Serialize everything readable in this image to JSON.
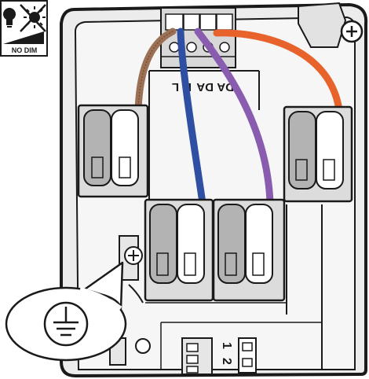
{
  "badge": {
    "label": "NO DIM"
  },
  "terminal_block": {
    "labels": [
      "DA",
      "DA",
      "L",
      "L"
    ]
  },
  "connector_numbers": [
    "1",
    "2"
  ],
  "colors": {
    "outline": "#1a1a1a",
    "housing": "#e6e6e6",
    "panel": "#f2f2f2",
    "connector_body": "#dcdcdc",
    "connector_grey": "#b3b3b3",
    "wire_brown": "#9b7055",
    "wire_blue": "#2f4fa3",
    "wire_purple": "#8a5cb0",
    "wire_orange": "#e8632c"
  },
  "icons": {
    "lamp": "bulb-icon",
    "no_dim": "no-dimmer-icon",
    "ground": "ground-symbol-icon",
    "screw": "screw-icon"
  }
}
